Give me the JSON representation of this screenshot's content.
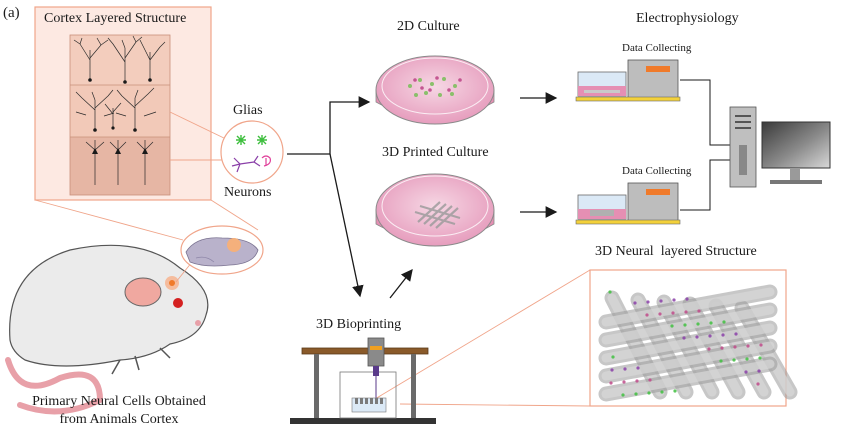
{
  "panel_label": "(a)",
  "labels": {
    "cortex": "Cortex Layered Structure",
    "glias": "Glias",
    "neurons": "Neurons",
    "culture_2d": "2D Culture",
    "culture_3d_printed": "3D Printed Culture",
    "electrophysiology": "Electrophysiology",
    "data_collecting_top": "Data Collecting",
    "data_collecting_bottom": "Data Collecting",
    "neural_structure": "3D Neural  layered Structure",
    "bioprinting": "3D Bioprinting",
    "source_line1": "Primary Neural Cells Obtained",
    "source_line2": "from Animals Cortex"
  },
  "colors": {
    "salmon_frame": "#f0a58a",
    "cortex_fill": "#f2c9b8",
    "dish_pink": "#e58fb3",
    "glia_green": "#3fbf3f",
    "neuron_purple": "#8a3fa8",
    "accent_orange": "#f07a2a",
    "mouse_ear": "#f0a8a0",
    "mouse_tail": "#e8a0a8"
  }
}
